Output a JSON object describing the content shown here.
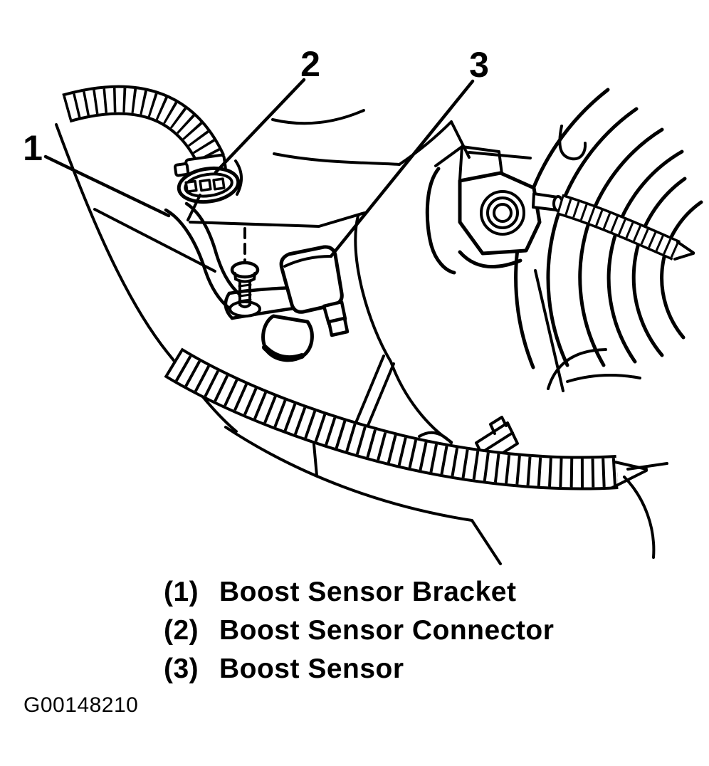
{
  "diagram": {
    "figure_id": "G00148210",
    "callouts": [
      "1",
      "2",
      "3"
    ],
    "legend": [
      {
        "number": "(1)",
        "label": "Boost Sensor Bracket"
      },
      {
        "number": "(2)",
        "label": "Boost Sensor Connector"
      },
      {
        "number": "(3)",
        "label": "Boost Sensor"
      }
    ],
    "colors": {
      "line": "#000000",
      "background": "#ffffff"
    }
  }
}
